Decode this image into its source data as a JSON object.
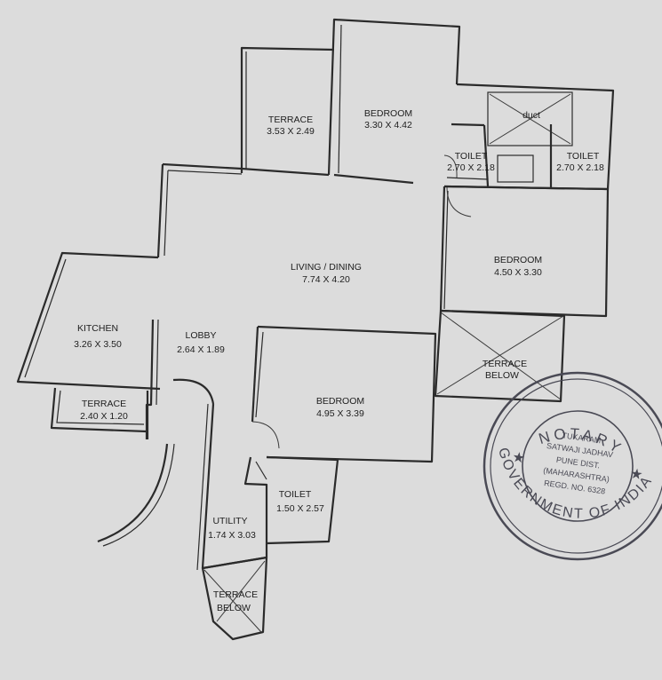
{
  "rooms": {
    "terrace_top": {
      "name": "TERRACE",
      "dims": "3.53 X 2.49"
    },
    "bedroom_top": {
      "name": "BEDROOM",
      "dims": "3.30 X 4.42"
    },
    "duct": {
      "name": "duct"
    },
    "toilet_left": {
      "name": "TOILET",
      "dims": "2.70 X 2.18"
    },
    "toilet_right": {
      "name": "TOILET",
      "dims": "2.70 X 2.18"
    },
    "bedroom_right": {
      "name": "BEDROOM",
      "dims": "4.50 X 3.30"
    },
    "living": {
      "name": "LIVING / DINING",
      "dims": "7.74 X 4.20"
    },
    "kitchen": {
      "name": "KITCHEN",
      "dims": "3.26 X 3.50"
    },
    "lobby": {
      "name": "LOBBY",
      "dims": "2.64 X 1.89"
    },
    "terrace_below_right": {
      "name": "TERRACE",
      "sub": "BELOW"
    },
    "terrace_kitchen": {
      "name": "TERRACE",
      "dims": "2.40 X 1.20"
    },
    "bedroom_center": {
      "name": "BEDROOM",
      "dims": "4.95 X 3.39"
    },
    "toilet_bottom": {
      "name": "TOILET",
      "dims": "1.50 X 2.57"
    },
    "utility": {
      "name": "UTILITY",
      "dims": "1.74 X 3.03"
    },
    "terrace_below_bottom": {
      "name": "TERRACE",
      "sub": "BELOW"
    }
  },
  "stamp": {
    "top_text": "NOTARY",
    "bottom_text": "GOVERNMENT OF INDIA",
    "lines": [
      "TUKARAM",
      "SATWAJI JADHAV",
      "PUNE DIST.",
      "(MAHARASHTRA)",
      "REGD. NO. 6328"
    ]
  },
  "colors": {
    "paper": "#dcdcdc",
    "ink": "#2b2b2b",
    "stamp_ink": "#4a4a55"
  }
}
